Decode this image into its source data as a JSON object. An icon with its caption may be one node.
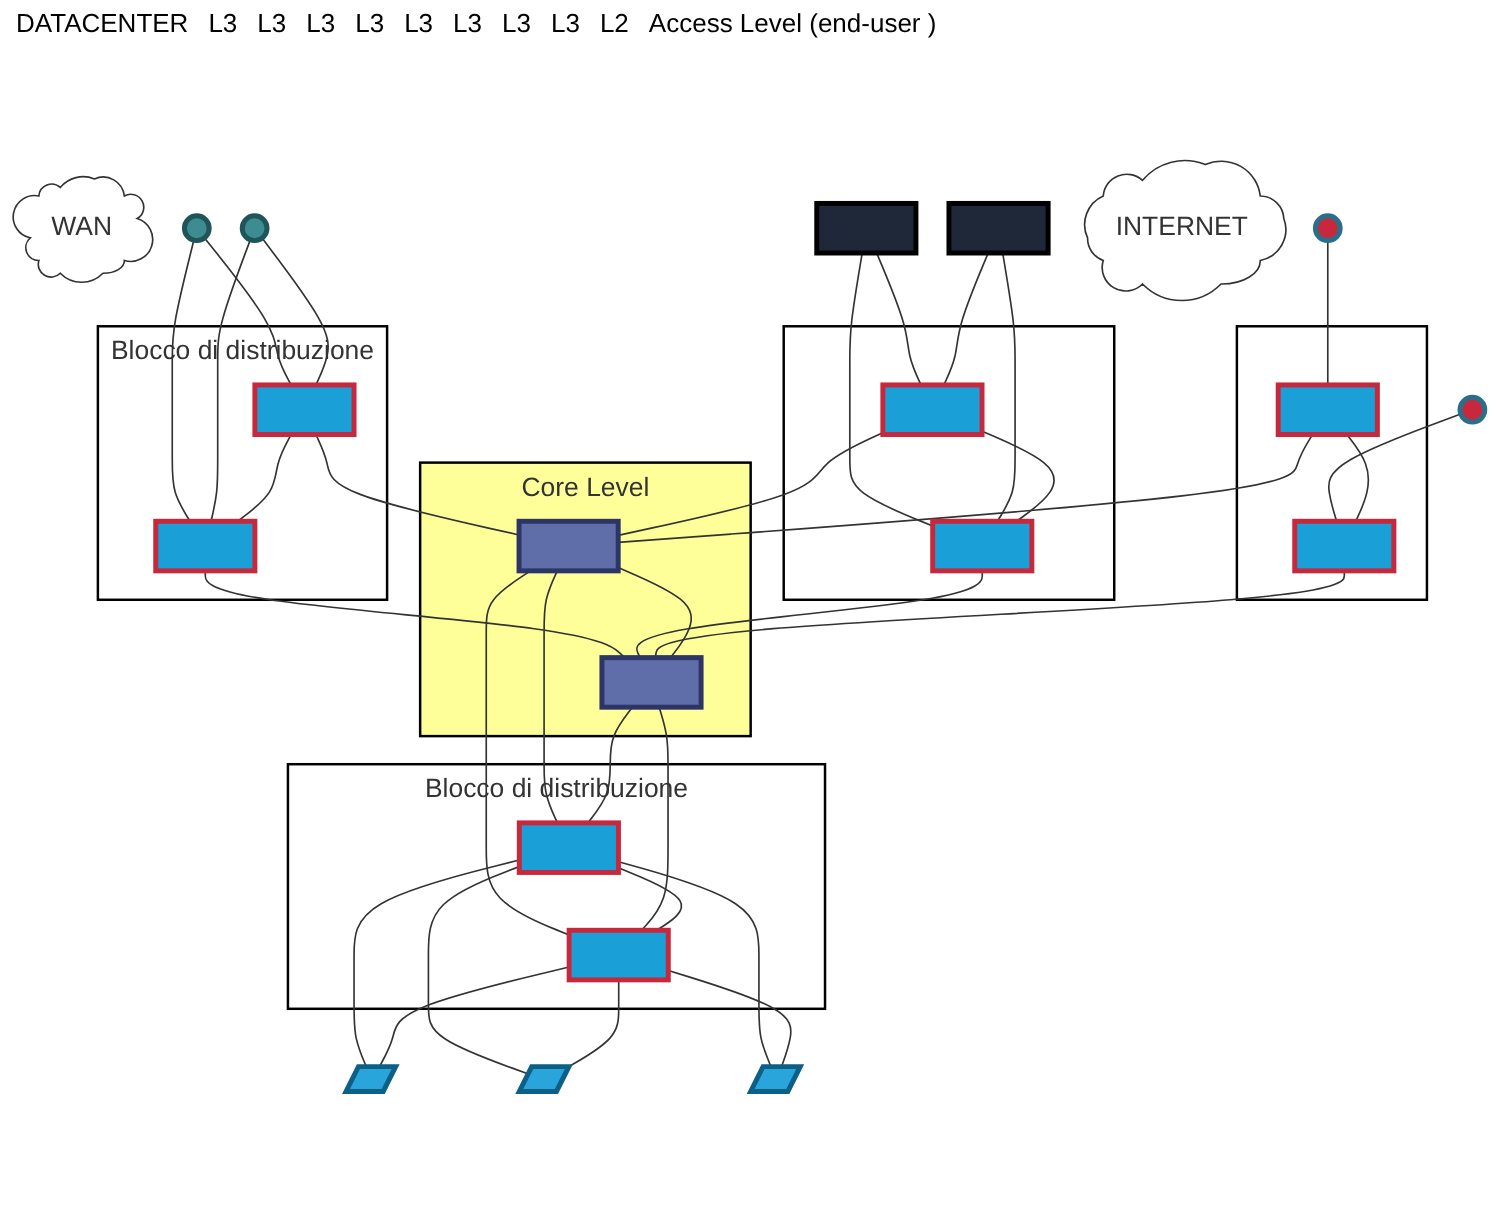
{
  "diagram": {
    "nodes": [
      {
        "text": [
          "WAN"
        ]
      },
      {
        "text": [],
        "shape": "circle"
      },
      {
        "text": [],
        "shape": "circle"
      },
      {
        "text": [],
        "shape": "box"
      },
      {
        "text": [],
        "shape": "box"
      },
      {
        "text": [
          "INTERNET"
        ]
      },
      {
        "text": [],
        "shape": "circle"
      },
      {
        "text": [],
        "shape": "circle"
      },
      {
        "text": [
          "Blocco di distribuzione"
        ]
      },
      {
        "text": [],
        "shape": "box",
        "in": 8
      },
      {
        "text": [],
        "shape": "box",
        "in": 8
      },
      {
        "text": [],
        "shape": "box"
      },
      {
        "text": [],
        "shape": "box",
        "in": 11
      },
      {
        "text": [],
        "shape": "box",
        "in": 11
      },
      {
        "text": [],
        "shape": "box"
      },
      {
        "text": [],
        "shape": "box",
        "in": 14
      },
      {
        "text": [],
        "shape": "box",
        "in": 14
      },
      {
        "text": [
          "Core Level"
        ]
      },
      {
        "text": [],
        "shape": "box",
        "in": 17
      },
      {
        "text": [],
        "shape": "box",
        "in": 17
      },
      {
        "text": [
          "Blocco di distribuzione"
        ]
      },
      {
        "text": [],
        "shape": "box",
        "in": 20
      },
      {
        "text": [],
        "shape": "box",
        "in": 20
      },
      {
        "text": [],
        "shape": "box"
      },
      {
        "text": [],
        "shape": "box"
      },
      {
        "text": [],
        "shape": "box"
      }
    ],
    "edges": [
      {
        "from": 1,
        "to": 9,
        "arrow": "none"
      },
      {
        "from": 1,
        "to": 10,
        "arrow": "none"
      },
      {
        "from": 2,
        "to": 9,
        "arrow": "none"
      },
      {
        "from": 2,
        "to": 10,
        "arrow": "none"
      },
      {
        "from": 3,
        "to": 12,
        "arrow": "none"
      },
      {
        "from": 3,
        "to": 13,
        "arrow": "none"
      },
      {
        "from": 4,
        "to": 12,
        "arrow": "none"
      },
      {
        "from": 4,
        "to": 13,
        "arrow": "none"
      },
      {
        "from": 6,
        "to": 15,
        "arrow": "none"
      },
      {
        "from": 7,
        "to": 16,
        "arrow": "none"
      },
      {
        "from": 9,
        "to": 10,
        "arrow": "none"
      },
      {
        "from": 12,
        "to": 13,
        "arrow": "none"
      },
      {
        "from": 15,
        "to": 16,
        "arrow": "none"
      },
      {
        "from": 9,
        "to": 18,
        "arrow": "none"
      },
      {
        "from": 10,
        "to": 19,
        "arrow": "none"
      },
      {
        "from": 12,
        "to": 18,
        "arrow": "none"
      },
      {
        "from": 13,
        "to": 19,
        "arrow": "none"
      },
      {
        "from": 15,
        "to": 18,
        "arrow": "none"
      },
      {
        "from": 16,
        "to": 19,
        "arrow": "none"
      },
      {
        "from": 18,
        "to": 19,
        "arrow": "none"
      },
      {
        "from": 18,
        "to": 21,
        "arrow": "none"
      },
      {
        "from": 18,
        "to": 22,
        "arrow": "none"
      },
      {
        "from": 19,
        "to": 21,
        "arrow": "none"
      },
      {
        "from": 19,
        "to": 22,
        "arrow": "none"
      },
      {
        "from": 21,
        "to": 22,
        "arrow": "none"
      },
      {
        "from": 21,
        "to": 23,
        "arrow": "none"
      },
      {
        "from": 21,
        "to": 24,
        "arrow": "none"
      },
      {
        "from": 21,
        "to": 25,
        "arrow": "none"
      },
      {
        "from": 22,
        "to": 23,
        "arrow": "none"
      },
      {
        "from": 22,
        "to": 24,
        "arrow": "none"
      },
      {
        "from": 22,
        "to": 25,
        "arrow": "none"
      }
    ],
    "labels": [
      "DATACENTER",
      "L3",
      "L3",
      "L3",
      "L3",
      "L3",
      "L3",
      "L3",
      "L3",
      "L2",
      "Access Level (end-user )"
    ]
  }
}
